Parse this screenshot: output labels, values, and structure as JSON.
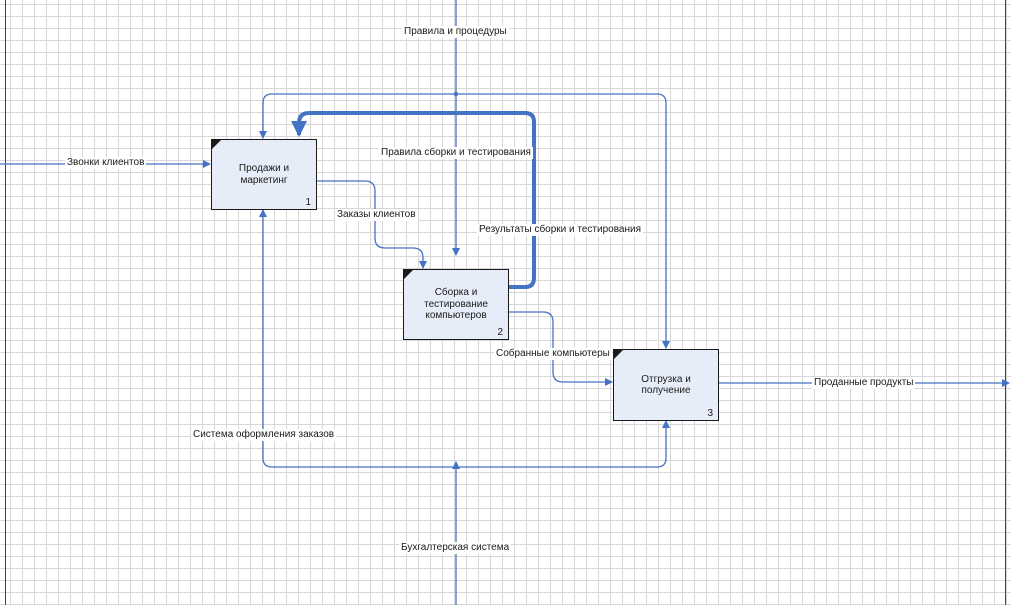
{
  "boxes": {
    "sales": {
      "title": "Продажи и\nмаркетинг",
      "num": "1"
    },
    "assembly": {
      "title": "Сборка и\nтестирование\nкомпьютеров",
      "num": "2"
    },
    "shipping": {
      "title": "Отгрузка и\nполучение",
      "num": "3"
    }
  },
  "arrows": {
    "rules": "Правила и процедуры",
    "calls": "Звонки клиентов",
    "assembly_rules": "Правила сборки и тестирования",
    "orders": "Заказы клиентов",
    "results": "Результаты сборки и тестирования",
    "assembled": "Собранные компьютеры",
    "sold": "Проданные продукты",
    "order_system": "Система оформления заказов",
    "accounting": "Бухгалтерская система"
  },
  "colors": {
    "arrow": "#4472c4",
    "box_fill": "#e6edf8",
    "grid": "#d7d7d7"
  }
}
